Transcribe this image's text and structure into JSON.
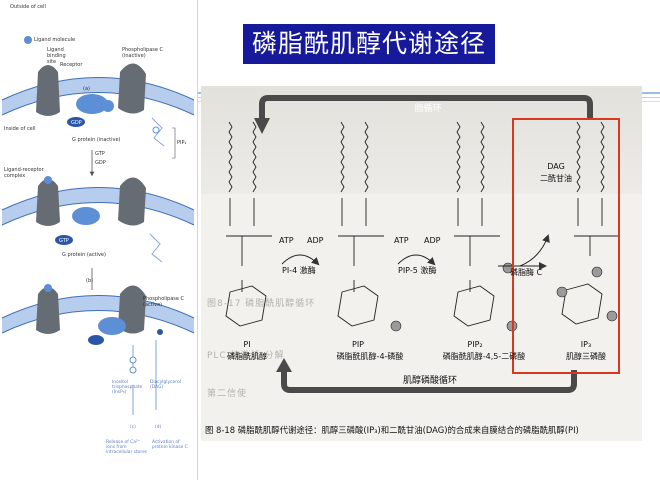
{
  "slide": {
    "title": "磷脂酰肌醇代谢途径"
  },
  "left_figure": {
    "outside_label": "Outside of cell",
    "inside_label": "Inside of cell",
    "ligand_molecule": "Ligand molecule",
    "ligand_binding_site": "Ligand binding site",
    "receptor": "Receptor",
    "phospholipase_inactive": "Phospholipase C (inactive)",
    "gdp": "GDP",
    "gtp": "GTP",
    "g_protein_inactive": "G protein (inactive)",
    "step_a": "(a)",
    "pip2": "PIP₂",
    "ligand_receptor_complex": "Ligand-receptor complex",
    "g_protein_active": "G protein (active)",
    "step_b": "(b)",
    "phospholipase_active": "Phospholipase C (active)",
    "inositol_trisphosphate": "Inositol trisphosphate (InsP₃)",
    "diacylglycerol": "Diacylglycerol (DAG)",
    "step_c": "(c)",
    "step_d": "(d)",
    "release_ca": "Release of Ca²⁺ ions from intracellular stores",
    "activation_pkc": "Activation of protein kinase C"
  },
  "pathway": {
    "cycle_top": "脂循环",
    "cycle_bottom": "肌醇磷酸循环",
    "atp1": "ATP",
    "adp1": "ADP",
    "enzyme1": "PI-4 激酶",
    "atp2": "ATP",
    "adp2": "ADP",
    "enzyme2": "PIP-5 激酶",
    "enzyme3": "磷脂酶 C",
    "dag": "DAG",
    "dag_cn": "二酰甘油",
    "pi": "PI",
    "pi_cn": "磷脂酰肌醇",
    "pip": "PIP",
    "pip_cn": "磷脂酰肌醇-4-磷酸",
    "pip2": "PIP₂",
    "pip2_cn": "磷脂酰肌醇-4,5-二磷酸",
    "ip3": "IP₃",
    "ip3_cn": "肌醇三磷酸",
    "caption": "图 8-18  磷脂酰肌醇代谢途径：肌醇三磷酸(IP₃)和二酰甘油(DAG)的合成来自膜结合的磷脂酰肌醇(PI)"
  },
  "colors": {
    "title_bg": "#16199a",
    "highlight_box": "#d9381e",
    "membrane_blue": "#5d8fd6",
    "protein_gray": "#6b7079"
  }
}
